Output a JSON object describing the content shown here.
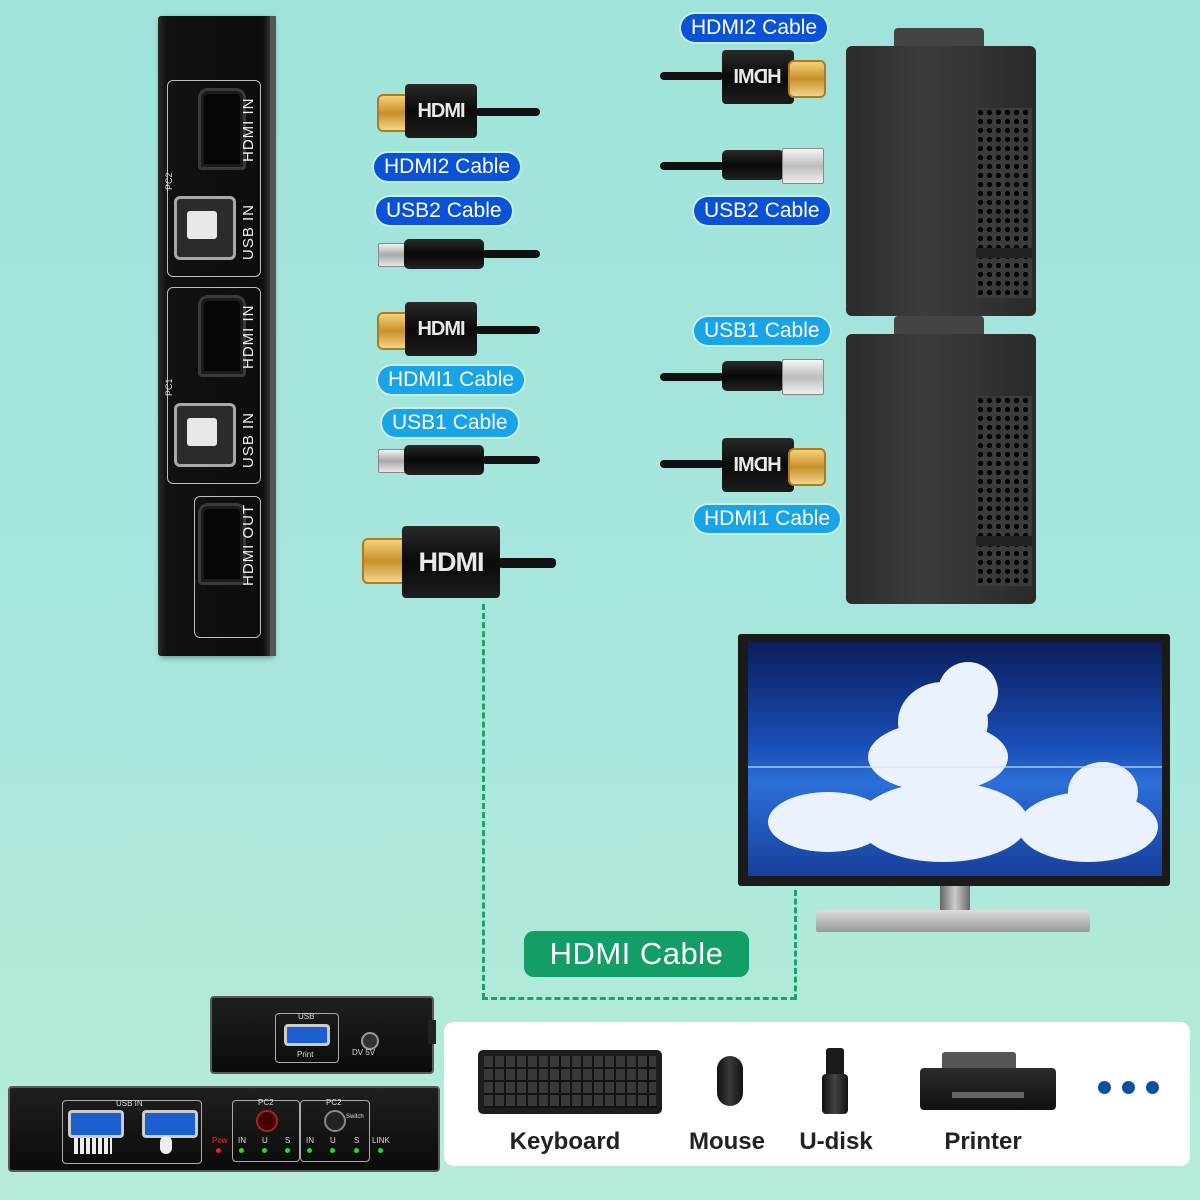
{
  "kvm_panel": {
    "pc2_tag": "PC2",
    "pc1_tag": "PC1",
    "hdmi_in_label": "HDMI IN",
    "usb_in_label": "USB IN",
    "hdmi_out_label": "HDMI OUT"
  },
  "cable_labels": {
    "hdmi2_left": "HDMI2 Cable",
    "usb2_left": "USB2 Cable",
    "hdmi1_left": "HDMI1 Cable",
    "usb1_left": "USB1 Cable",
    "hdmi2_right": "HDMI2 Cable",
    "usb2_right": "USB2 Cable",
    "usb1_right": "USB1 Cable",
    "hdmi1_right": "HDMI1 Cable",
    "hdmi_output": "HDMI Cable"
  },
  "plug_text": {
    "hdmi": "HDMI"
  },
  "bottom_devices": {
    "small_box": {
      "usb": "USB",
      "print": "Print",
      "dc": "DV 5V"
    },
    "main_box": {
      "usb_in": "USB IN",
      "pc2_a": "PC2",
      "pc2_b": "PC2",
      "pow": "Pow",
      "link": "LINK",
      "in": "IN",
      "u": "U",
      "s": "S",
      "switch": "Switch"
    }
  },
  "peripherals": [
    {
      "label": "Keyboard",
      "icon": "keyboard-icon"
    },
    {
      "label": "Mouse",
      "icon": "mouse-icon"
    },
    {
      "label": "U-disk",
      "icon": "usb-drive-icon"
    },
    {
      "label": "Printer",
      "icon": "printer-icon"
    }
  ],
  "colors": {
    "label_blue": "#0b53d6",
    "label_light_blue": "#18a4e6",
    "hdmi_cable_green": "#129e66",
    "background": "#a8e6dc"
  }
}
